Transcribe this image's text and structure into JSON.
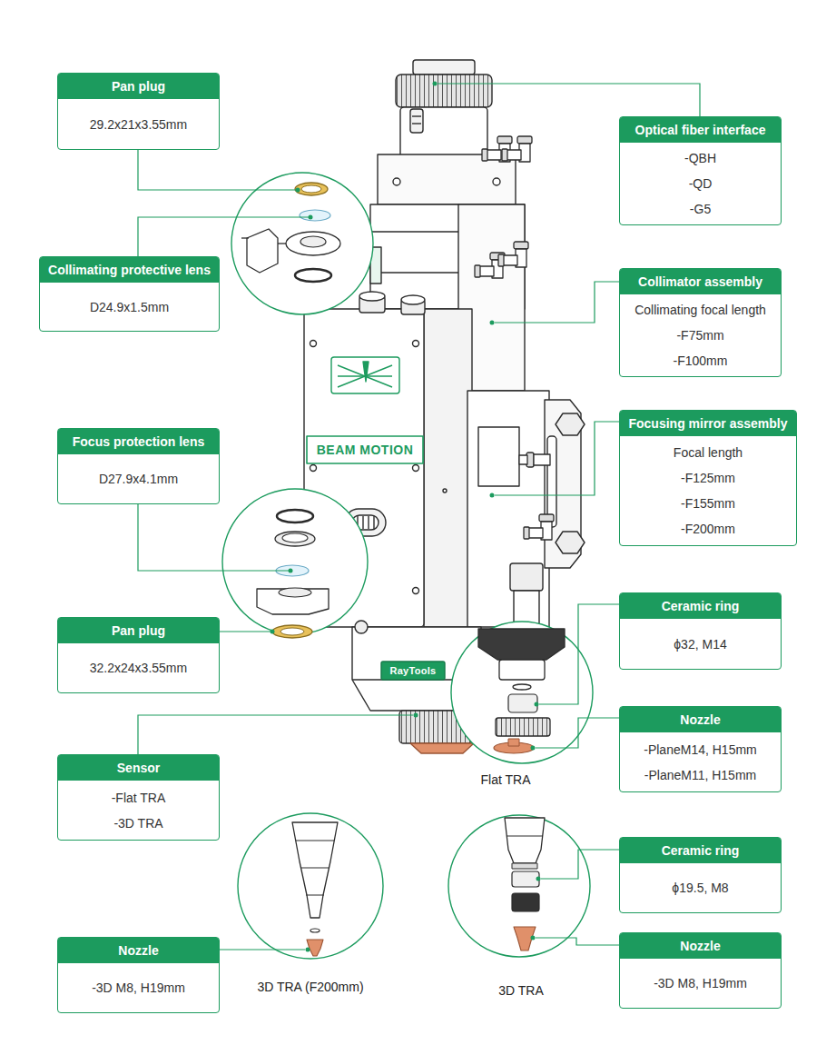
{
  "diagram": {
    "nodes": [
      {
        "text": [
          "Pan plug",
          "29.2x21x3.55mm"
        ]
      },
      {
        "text": [
          "Optical fiber interface",
          "-QBH",
          "-QD",
          "-G5"
        ]
      },
      {
        "text": [
          "Collimating protective lens",
          "D24.9x1.5mm"
        ]
      },
      {
        "text": [
          "Collimator assembly",
          "Collimating focal length",
          "-F75mm",
          "-F100mm"
        ]
      },
      {
        "text": [
          "Focusing mirror assembly",
          "Focal length",
          "-F125mm",
          "-F155mm",
          "-F200mm"
        ]
      },
      {
        "text": [
          "Focus protection lens",
          "D27.9x4.1mm"
        ]
      },
      {
        "text": [
          "Ceramic ring",
          "ϕ32, M14"
        ]
      },
      {
        "text": [
          "Pan plug",
          "32.2x24x3.55mm"
        ]
      },
      {
        "text": [
          "Nozzle",
          "-PlaneM14, H15mm",
          "-PlaneM11, H15mm"
        ]
      },
      {
        "text": [
          "Sensor",
          "-Flat TRA",
          "-3D TRA"
        ]
      },
      {
        "text": [
          "Ceramic ring",
          "ϕ19.5, M8"
        ]
      },
      {
        "text": [
          "Nozzle",
          "-3D M8, H19mm"
        ]
      },
      {
        "text": [
          "Nozzle",
          "-3D M8, H19mm"
        ]
      }
    ],
    "labels": [
      "BEAM MOTION",
      "RayTools",
      "Flat TRA",
      "3D TRA (F200mm)",
      "3D TRA"
    ]
  }
}
